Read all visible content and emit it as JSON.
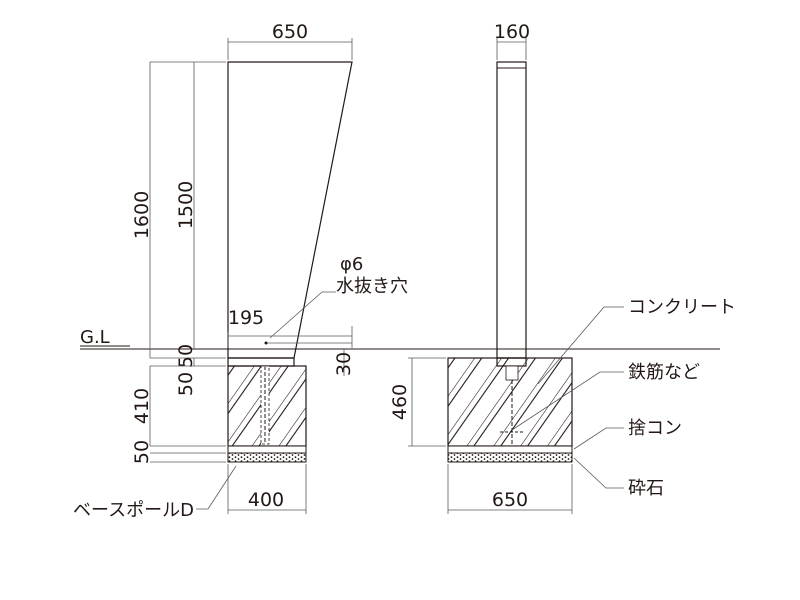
{
  "dimensions": {
    "front_width": "650",
    "side_width": "160",
    "total_height": "1600",
    "post_height": "1500",
    "left_offset": "195",
    "gl_gap": "50",
    "base_top": "50",
    "footing_depth": "410",
    "gravel_depth": "50",
    "drain_offset": "30",
    "side_footing_depth": "460",
    "front_footing_width": "400",
    "side_footing_width": "650"
  },
  "labels": {
    "ground_line": "G.L",
    "drain_diameter": "φ6",
    "drain_hole": "水抜き穴",
    "concrete": "コンクリート",
    "rebar": "鉄筋など",
    "leveling_concrete": "捨コン",
    "gravel": "砕石",
    "base_pole": "ベースポールD"
  },
  "colors": {
    "line": "#231815",
    "hatch": "#231815",
    "leader": "#5a5a5a"
  }
}
